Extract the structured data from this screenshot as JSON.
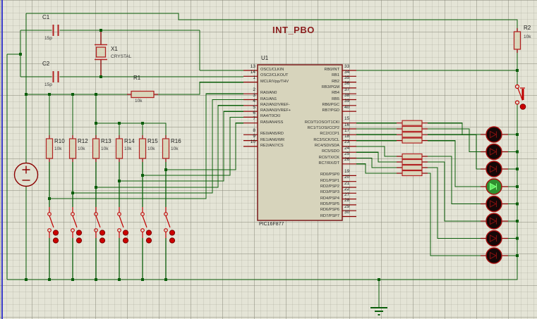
{
  "title": "INT_PBO",
  "chip": {
    "ref": "U1",
    "part": "PIC16F877",
    "left_pins": [
      {
        "num": "13",
        "name": "OSC1/CLKIN"
      },
      {
        "num": "14",
        "name": "OSC2/CLKOUT"
      },
      {
        "num": "1",
        "name": "MCLR/Vpp/THV"
      },
      {
        "num": "2",
        "name": "RA0/AN0"
      },
      {
        "num": "3",
        "name": "RA1/AN1"
      },
      {
        "num": "4",
        "name": "RA2/AN2/VREF-"
      },
      {
        "num": "5",
        "name": "RA3/AN3/VREF+"
      },
      {
        "num": "6",
        "name": "RA4/T0CKI"
      },
      {
        "num": "7",
        "name": "RA5/AN4/SS"
      },
      {
        "num": "8",
        "name": "RE0/AN5/RD"
      },
      {
        "num": "9",
        "name": "RE1/AN6/WR"
      },
      {
        "num": "10",
        "name": "RE2/AN7/CS"
      }
    ],
    "right_pins": [
      {
        "num": "33",
        "name": "RB0/INT"
      },
      {
        "num": "34",
        "name": "RB1"
      },
      {
        "num": "35",
        "name": "RB2"
      },
      {
        "num": "36",
        "name": "RB3/PGM"
      },
      {
        "num": "37",
        "name": "RB4"
      },
      {
        "num": "38",
        "name": "RB5"
      },
      {
        "num": "39",
        "name": "RB6/PGC"
      },
      {
        "num": "40",
        "name": "RB7/PGD"
      },
      {
        "num": "15",
        "name": "RC0/T1OSO/T1CKI"
      },
      {
        "num": "16",
        "name": "RC1/T1OSI/CCP2"
      },
      {
        "num": "17",
        "name": "RC2/CCP1"
      },
      {
        "num": "18",
        "name": "RC3/SCK/SCL"
      },
      {
        "num": "23",
        "name": "RC4/SDI/SDA"
      },
      {
        "num": "24",
        "name": "RC5/SDO"
      },
      {
        "num": "25",
        "name": "RC6/TX/CK"
      },
      {
        "num": "26",
        "name": "RC7/RX/DT"
      },
      {
        "num": "19",
        "name": "RD0/PSP0"
      },
      {
        "num": "20",
        "name": "RD1/PSP1"
      },
      {
        "num": "21",
        "name": "RD2/PSP2"
      },
      {
        "num": "22",
        "name": "RD3/PSP3"
      },
      {
        "num": "27",
        "name": "RD4/PSP4"
      },
      {
        "num": "28",
        "name": "RD5/PSP5"
      },
      {
        "num": "29",
        "name": "RD6/PSP6"
      },
      {
        "num": "30",
        "name": "RD7/PSP7"
      }
    ]
  },
  "components": {
    "c1": {
      "ref": "C1",
      "value": "15p"
    },
    "c2": {
      "ref": "C2",
      "value": "15p"
    },
    "x1": {
      "ref": "X1",
      "value": "CRYSTAL"
    },
    "r1": {
      "ref": "R1",
      "value": "10k"
    },
    "r2": {
      "ref": "R2",
      "value": "10k"
    },
    "bank": [
      {
        "ref": "R10",
        "value": "10k"
      },
      {
        "ref": "R12",
        "value": "10k"
      },
      {
        "ref": "R13",
        "value": "10k"
      },
      {
        "ref": "R14",
        "value": "10k"
      },
      {
        "ref": "R15",
        "value": "10k"
      },
      {
        "ref": "R16",
        "value": "10k"
      }
    ],
    "series_resistor_count": 8,
    "toggle_switch_count": 6,
    "push_button_count": 1,
    "leds": [
      {
        "state": "off"
      },
      {
        "state": "off"
      },
      {
        "state": "off"
      },
      {
        "state": "on"
      },
      {
        "state": "off"
      },
      {
        "state": "off"
      },
      {
        "state": "off"
      },
      {
        "state": "off"
      }
    ]
  },
  "colors": {
    "wire": "#0B5E0B",
    "component": "#B22222",
    "component_dark": "#8B0000",
    "chip_fill": "#D7D4BC",
    "led_on_body": "#2F8E2F",
    "led_on_symbol": "#5FE85F",
    "title_color": "#8B1E1E"
  }
}
